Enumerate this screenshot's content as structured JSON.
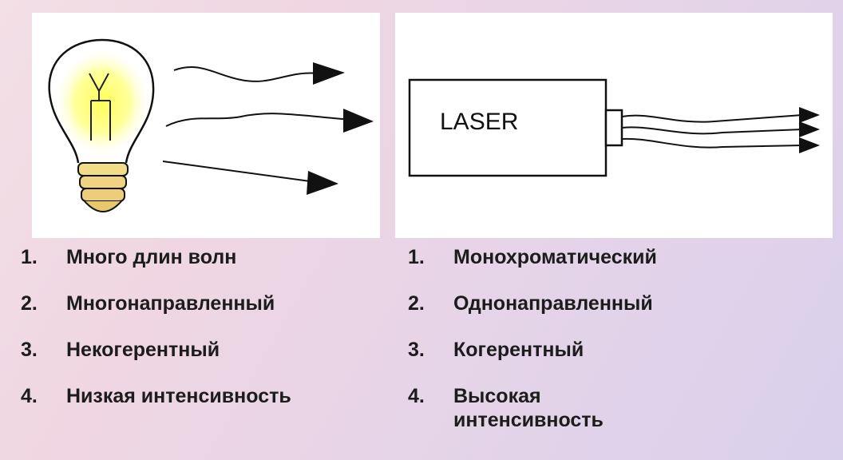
{
  "bulb_panel": {
    "colors": {
      "glow": "#ffff66",
      "base": "#f1dc8a",
      "ink": "#111111"
    }
  },
  "laser_panel": {
    "label": "LASER"
  },
  "bulb_properties": [
    {
      "num": "1.",
      "text": "Много длин волн"
    },
    {
      "num": "2.",
      "text": "Многонаправленный"
    },
    {
      "num": "3.",
      "text": "Некогерентный"
    },
    {
      "num": "4.",
      "text": "Низкая интенсивность"
    }
  ],
  "laser_properties": [
    {
      "num": "1.",
      "text": "Монохроматический"
    },
    {
      "num": "2.",
      "text": "Однонаправленный"
    },
    {
      "num": "3.",
      "text": "Когерентный"
    },
    {
      "num": "4.",
      "text": "Высокая интенсивность"
    }
  ]
}
